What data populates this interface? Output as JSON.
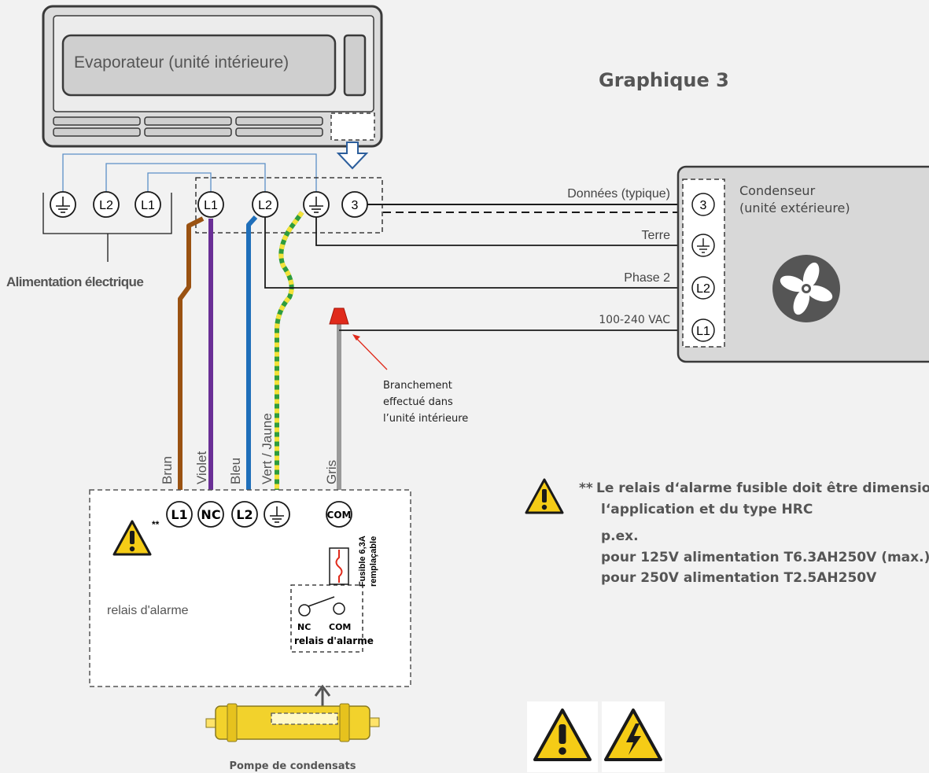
{
  "title": "Graphique 3",
  "evaporator": {
    "label": "Evaporateur (unité intérieure)"
  },
  "power_supply": {
    "label": "Alimentation électrique",
    "terminals": [
      "L2",
      "L1"
    ]
  },
  "indoor_terminals": [
    "L1",
    "L2",
    "3"
  ],
  "condenser": {
    "label_line1": "Condenseur",
    "label_line2": "(unité extérieure)",
    "terminals": [
      "3",
      "L2",
      "L1"
    ]
  },
  "connections": {
    "data": "Données (typique)",
    "earth": "Terre",
    "phase2": "Phase 2",
    "supply": "100-240 VAC"
  },
  "wire_colors_labels": {
    "brown": "Brun",
    "violet": "Violet",
    "blue": "Bleu",
    "green_yellow": "Vert / Jaune",
    "grey": "Gris"
  },
  "colors": {
    "brown": "#9a5212",
    "violet": "#6a2f96",
    "blue": "#1f6fba",
    "green": "#2e9c3e",
    "yellow": "#f4e23a",
    "grey": "#9a9a9a",
    "signal_wire": "#5b8fc7",
    "red": "#e02a1b",
    "warning": "#f5cc16"
  },
  "indoor_connection_note": {
    "line1": "Branchement",
    "line2": "effectué dans",
    "line3": "l’unité intérieure"
  },
  "relay_box": {
    "terminals": [
      "L1",
      "NC",
      "L2",
      "COM"
    ],
    "fuse_line1": "Fusible 6,3A",
    "fuse_line2": "remplaçable",
    "contact_nc": "NC",
    "contact_com": "COM",
    "relay_caption": "relais d'alarme",
    "warning_stars": "**",
    "alarm_label": "relais d'alarme"
  },
  "pump": {
    "label": "Pompe de condensats"
  },
  "note": {
    "stars": "**",
    "line1": "Le relais d‘alarme fusible doit être dimensionné pour",
    "line2": "l‘application et du type HRC",
    "line3": "p.ex.",
    "line4": "pour 125V alimentation T6.3AH250V (max.)",
    "line5": "pour 250V alimentation T2.5AH250V"
  }
}
